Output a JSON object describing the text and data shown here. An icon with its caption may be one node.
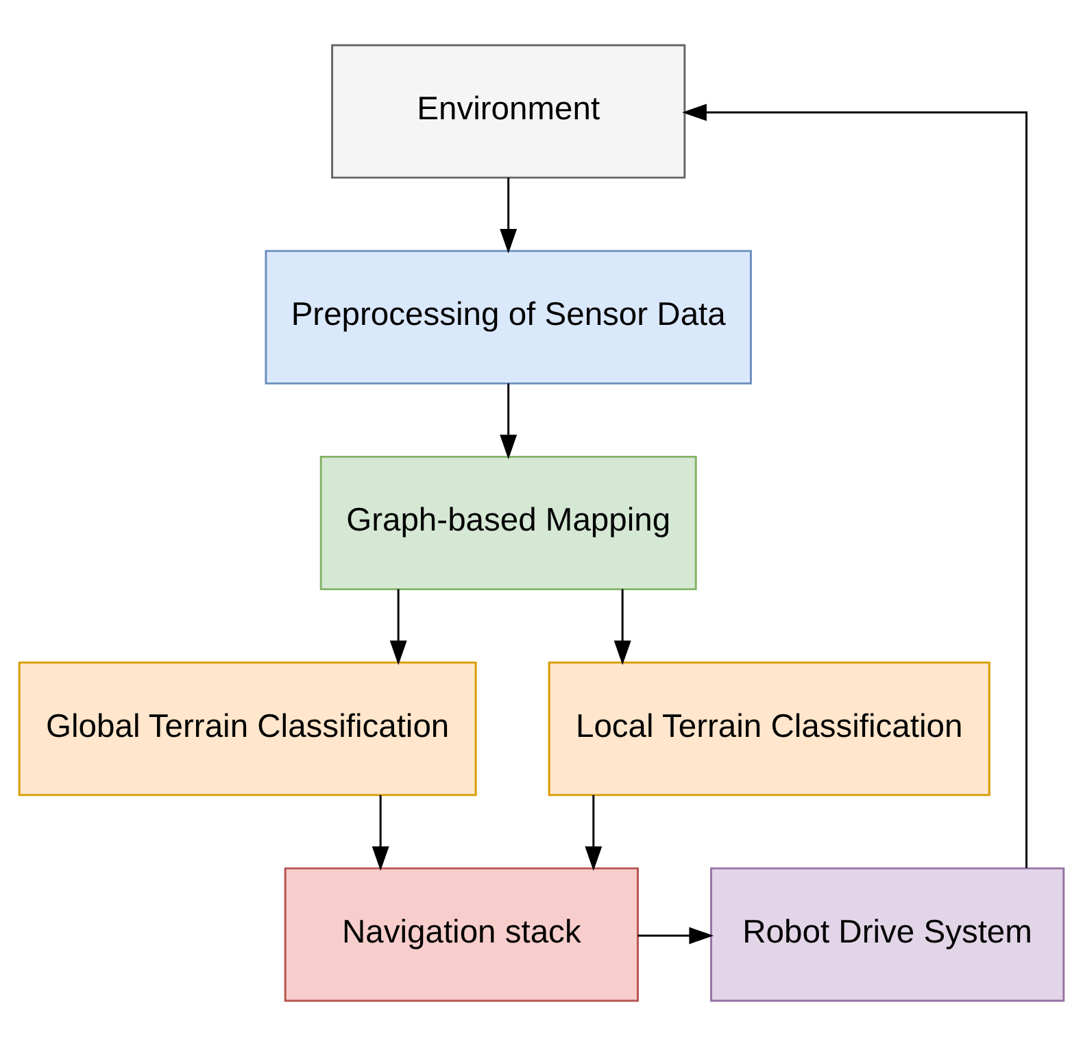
{
  "diagram": {
    "nodes": [
      {
        "text": [
          "Environment"
        ]
      },
      {
        "text": [
          "Preprocessing of Sensor Data"
        ]
      },
      {
        "text": [
          "Graph-based Mapping"
        ]
      },
      {
        "text": [
          "Global Terrain Classification"
        ]
      },
      {
        "text": [
          "Local Terrain Classification"
        ]
      },
      {
        "text": [
          "Navigation stack"
        ]
      },
      {
        "text": [
          "Robot Drive System"
        ]
      }
    ],
    "edges": [
      {
        "from": 0,
        "to": 1,
        "arrow": "to"
      },
      {
        "from": 1,
        "to": 2,
        "arrow": "to"
      },
      {
        "from": 2,
        "to": 3,
        "arrow": "to"
      },
      {
        "from": 2,
        "to": 4,
        "arrow": "to"
      },
      {
        "from": 3,
        "to": 5,
        "arrow": "to"
      },
      {
        "from": 4,
        "to": 5,
        "arrow": "to"
      },
      {
        "from": 5,
        "to": 6,
        "arrow": "to"
      },
      {
        "from": 6,
        "to": 0,
        "arrow": "to"
      }
    ]
  }
}
